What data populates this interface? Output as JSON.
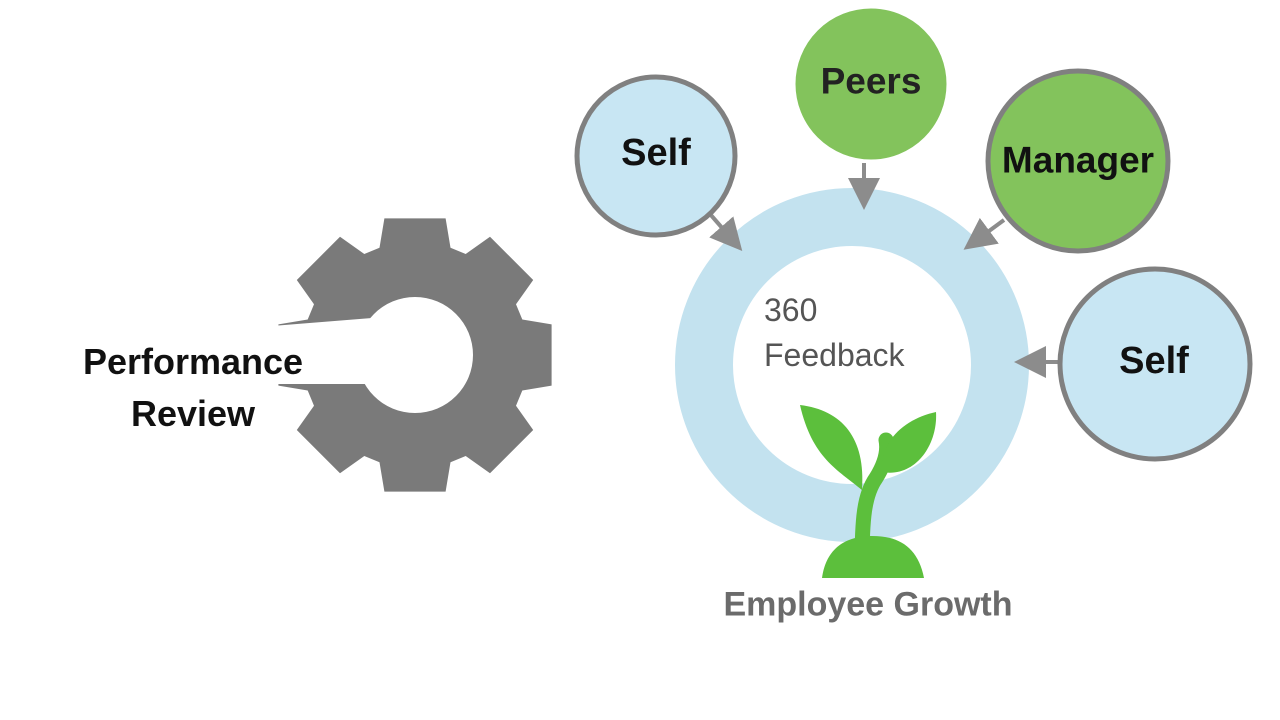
{
  "colors": {
    "gear": "#7a7a7a",
    "ring": "#c3e2ef",
    "blue_node": "#c8e6f3",
    "green_node": "#83c35c",
    "node_border": "#808080",
    "arrow": "#8c8c8c",
    "sprout": "#5cbf3c",
    "text_dark": "#111111",
    "text_grey": "#6b6b6b"
  },
  "performance_review": {
    "line1": "Performance",
    "line2": "Review",
    "icon": "gear-icon"
  },
  "center": {
    "line1": "360",
    "line2": "Feedback",
    "icon": "sprout-icon"
  },
  "growth_label": "Employee Growth",
  "sources": [
    {
      "label": "Self",
      "style": "blue"
    },
    {
      "label": "Peers",
      "style": "green"
    },
    {
      "label": "Manager",
      "style": "green"
    },
    {
      "label": "Self",
      "style": "blue"
    }
  ]
}
